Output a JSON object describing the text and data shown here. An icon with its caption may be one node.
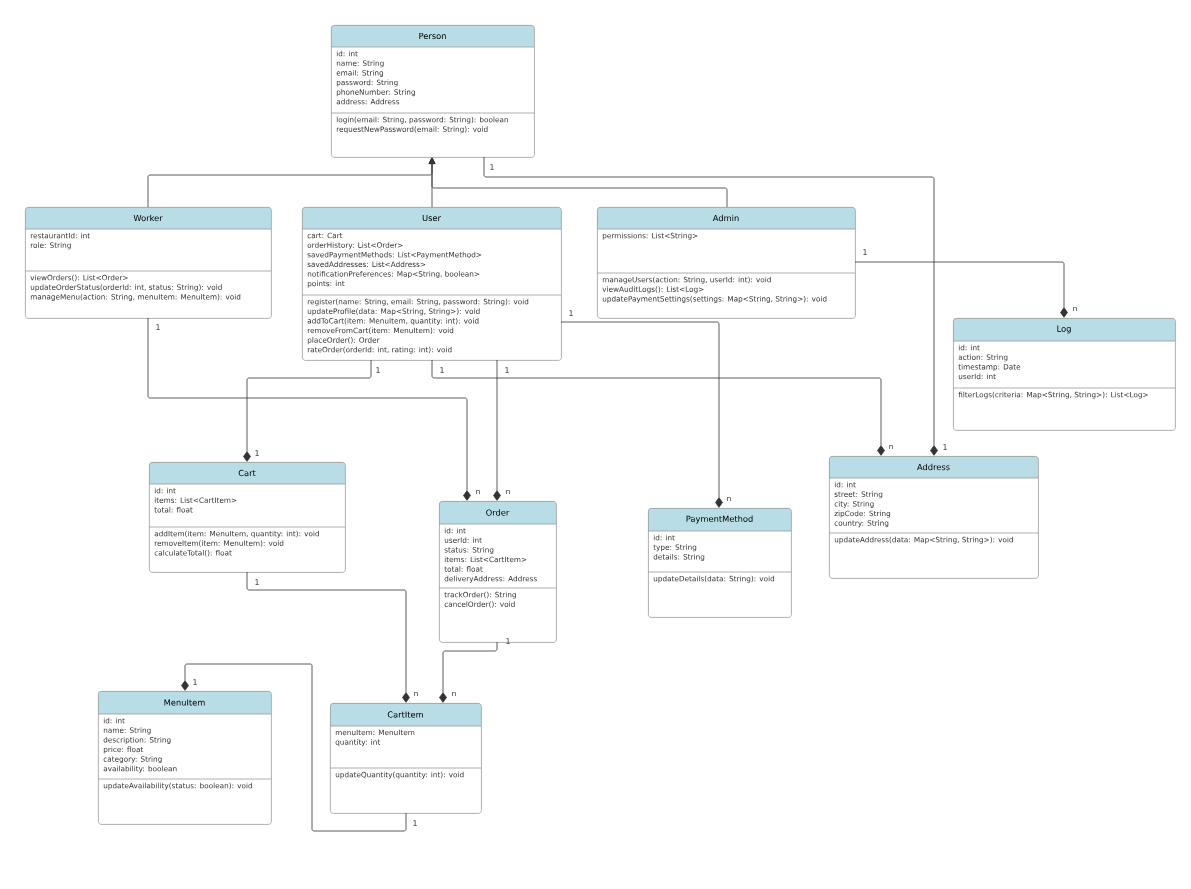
{
  "diagram": {
    "nodes": [
      {
        "text": [
          "Person"
        ]
      },
      {
        "text": [
          "id: int",
          "name: String",
          "email: String",
          "password: String",
          "phoneNumber: String",
          "address: Address"
        ],
        "in": 0
      },
      {
        "text": [
          "login(email: String, password: String): boolean",
          "requestNewPassword(email: String): void"
        ],
        "in": 0
      },
      {
        "text": [
          "Worker"
        ]
      },
      {
        "text": [
          "restaurantId: int",
          "role: String"
        ],
        "in": 3
      },
      {
        "text": [
          "viewOrders(): List<Order>",
          "updateOrderStatus(orderId: int, status: String): void",
          "manageMenu(action: String, menuItem: MenuItem): void"
        ],
        "in": 3
      },
      {
        "text": [
          "User"
        ]
      },
      {
        "text": [
          "cart: Cart",
          "orderHistory: List<Order>",
          "savedPaymentMethods: List<PaymentMethod>",
          "savedAddresses: List<Address>",
          "notificationPreferences: Map<String, boolean>",
          "points: int"
        ],
        "in": 6
      },
      {
        "text": [
          "register(name: String, email: String, password: String): void",
          "updateProfile(data: Map<String, String>): void",
          "addToCart(item: MenuItem, quantity: int): void",
          "removeFromCart(item: MenuItem): void",
          "placeOrder(): Order",
          "rateOrder(orderId: int, rating: int): void"
        ],
        "in": 6
      },
      {
        "text": [
          "Admin"
        ]
      },
      {
        "text": [
          "permissions: List<String>"
        ],
        "in": 9
      },
      {
        "text": [
          "manageUsers(action: String, userId: int): void",
          "viewAuditLogs(): List<Log>",
          "updatePaymentSettings(settings: Map<String, String>): void"
        ],
        "in": 9
      },
      {
        "text": [
          "Log"
        ]
      },
      {
        "text": [
          "id: int",
          "action: String",
          "timestamp: Date",
          "userId: int"
        ],
        "in": 12
      },
      {
        "text": [
          "filterLogs(criteria: Map<String, String>): List<Log>"
        ],
        "in": 12
      },
      {
        "text": [
          "Cart"
        ]
      },
      {
        "text": [
          "id: int",
          "items: List<CartItem>",
          "total: float"
        ],
        "in": 15
      },
      {
        "text": [
          "addItem(item: MenuItem, quantity: int): void",
          "removeItem(item: MenuItem): void",
          "calculateTotal(): float"
        ],
        "in": 15
      },
      {
        "text": [
          "Order"
        ]
      },
      {
        "text": [
          "id: int",
          "userId: int",
          "status: String",
          "items: List<CartItem>",
          "total: float",
          "deliveryAddress: Address"
        ],
        "in": 18
      },
      {
        "text": [
          "trackOrder(): String",
          "cancelOrder(): void"
        ],
        "in": 18
      },
      {
        "text": [
          "PaymentMethod"
        ]
      },
      {
        "text": [
          "id: int",
          "type: String",
          "details: String"
        ],
        "in": 21
      },
      {
        "text": [
          "updateDetails(data: String): void"
        ],
        "in": 21
      },
      {
        "text": [
          "Address"
        ]
      },
      {
        "text": [
          "id: int",
          "street: String",
          "city: String",
          "zipCode: String",
          "country: String"
        ],
        "in": 24
      },
      {
        "text": [
          "updateAddress(data: Map<String, String>): void"
        ],
        "in": 24
      },
      {
        "text": [
          "MenuItem"
        ]
      },
      {
        "text": [
          "id: int",
          "name: String",
          "description: String",
          "price: float",
          "category: String",
          "availability: boolean"
        ],
        "in": 27
      },
      {
        "text": [
          "updateAvailability(status: boolean): void"
        ],
        "in": 27
      },
      {
        "text": [
          "CartItem"
        ]
      },
      {
        "text": [
          "menuItem: MenuItem",
          "quantity: int"
        ],
        "in": 30
      },
      {
        "text": [
          "updateQuantity(quantity: int): void"
        ],
        "in": 30
      }
    ],
    "edges": [
      {
        "from": 3,
        "to": 0,
        "arrow": "to"
      },
      {
        "from": 6,
        "to": 0,
        "arrow": "to"
      },
      {
        "from": 9,
        "to": 0,
        "arrow": "to"
      },
      {
        "from": 0,
        "to": 24,
        "arrow": "other"
      },
      {
        "from": 9,
        "to": 12,
        "arrow": "other"
      },
      {
        "from": 3,
        "to": 18,
        "arrow": "other"
      },
      {
        "from": 6,
        "to": 15,
        "arrow": "other"
      },
      {
        "from": 6,
        "to": 18,
        "arrow": "other"
      },
      {
        "from": 6,
        "to": 21,
        "arrow": "other"
      },
      {
        "from": 6,
        "to": 24,
        "arrow": "other"
      },
      {
        "from": 15,
        "to": 30,
        "arrow": "other"
      },
      {
        "from": 18,
        "to": 30,
        "arrow": "other"
      },
      {
        "from": 30,
        "to": 27,
        "arrow": "other"
      }
    ],
    "labels": [
      "1",
      "1",
      "1",
      "n",
      "1",
      "n",
      "1",
      "1",
      "1",
      "n",
      "1",
      "n",
      "1",
      "n",
      "1",
      "n",
      "1",
      "n",
      "1",
      "1"
    ]
  }
}
